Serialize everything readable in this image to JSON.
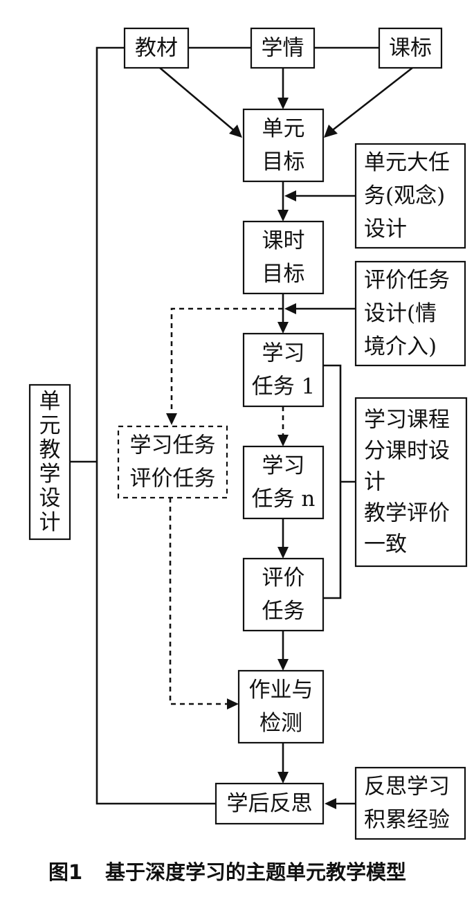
{
  "nodes": {
    "textbook": {
      "lines": [
        "教材"
      ]
    },
    "student_situation": {
      "lines": [
        "学情"
      ]
    },
    "curriculum_standard": {
      "lines": [
        "课标"
      ]
    },
    "unit_goal": {
      "lines": [
        "单元",
        "目标"
      ]
    },
    "unit_big_task": {
      "lines": [
        "单元大任",
        "务(观念)",
        "设计"
      ]
    },
    "lesson_goal": {
      "lines": [
        "课时",
        "目标"
      ]
    },
    "evaluation_task_design": {
      "lines": [
        "评价任务",
        "设计(情",
        "境介入)"
      ]
    },
    "learning_task_1": {
      "lines": [
        "学习",
        "任务 1"
      ]
    },
    "learning_task_n": {
      "lines": [
        "学习",
        "任务 n"
      ]
    },
    "evaluation_task": {
      "lines": [
        "评价",
        "任务"
      ]
    },
    "learning_evaluation_tasks": {
      "lines": [
        "学习任务",
        "评价任务"
      ]
    },
    "unit_teaching_design": {
      "lines": [
        "单",
        "元",
        "教",
        "学",
        "设",
        "计"
      ]
    },
    "course_design": {
      "lines": [
        "学习课程",
        "分课时设",
        "计",
        "教学评价",
        "一致"
      ]
    },
    "homework_test": {
      "lines": [
        "作业与",
        "检测"
      ]
    },
    "post_learning_reflection": {
      "lines": [
        "学后反思"
      ]
    },
    "reflect_accumulate": {
      "lines": [
        "反思学习",
        "积累经验"
      ]
    }
  },
  "caption": {
    "label": "图1",
    "title": "基于深度学习的主题单元教学模型"
  }
}
